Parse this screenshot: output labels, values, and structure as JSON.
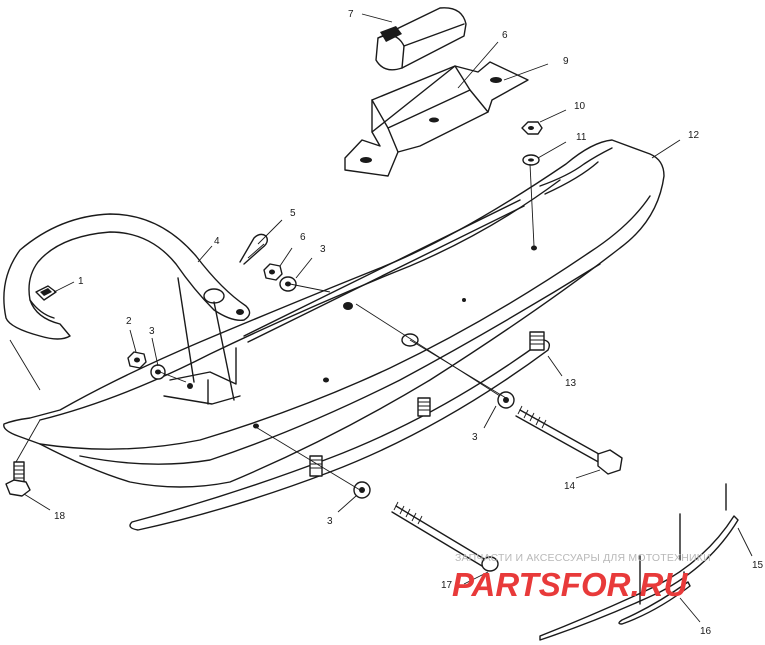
{
  "callouts": {
    "c1": "1",
    "c2": "2",
    "c3a": "3",
    "c3b": "3",
    "c3c": "3",
    "c3d": "3",
    "c4": "4",
    "c5": "5",
    "c6a": "6",
    "c6b": "6",
    "c7": "7",
    "c9": "9",
    "c10": "10",
    "c11": "11",
    "c12": "12",
    "c13": "13",
    "c14": "14",
    "c15": "15",
    "c16": "16",
    "c17": "17",
    "c18": "18"
  },
  "watermark": {
    "tagline": "ЗАПЧАСТИ И АКСЕССУАРЫ ДЛЯ МОТОТЕХНИКИ",
    "logo": "PARTSFOR.RU",
    "colors": {
      "logo": "#e83a3a",
      "tagline": "#b8b8b8"
    }
  }
}
